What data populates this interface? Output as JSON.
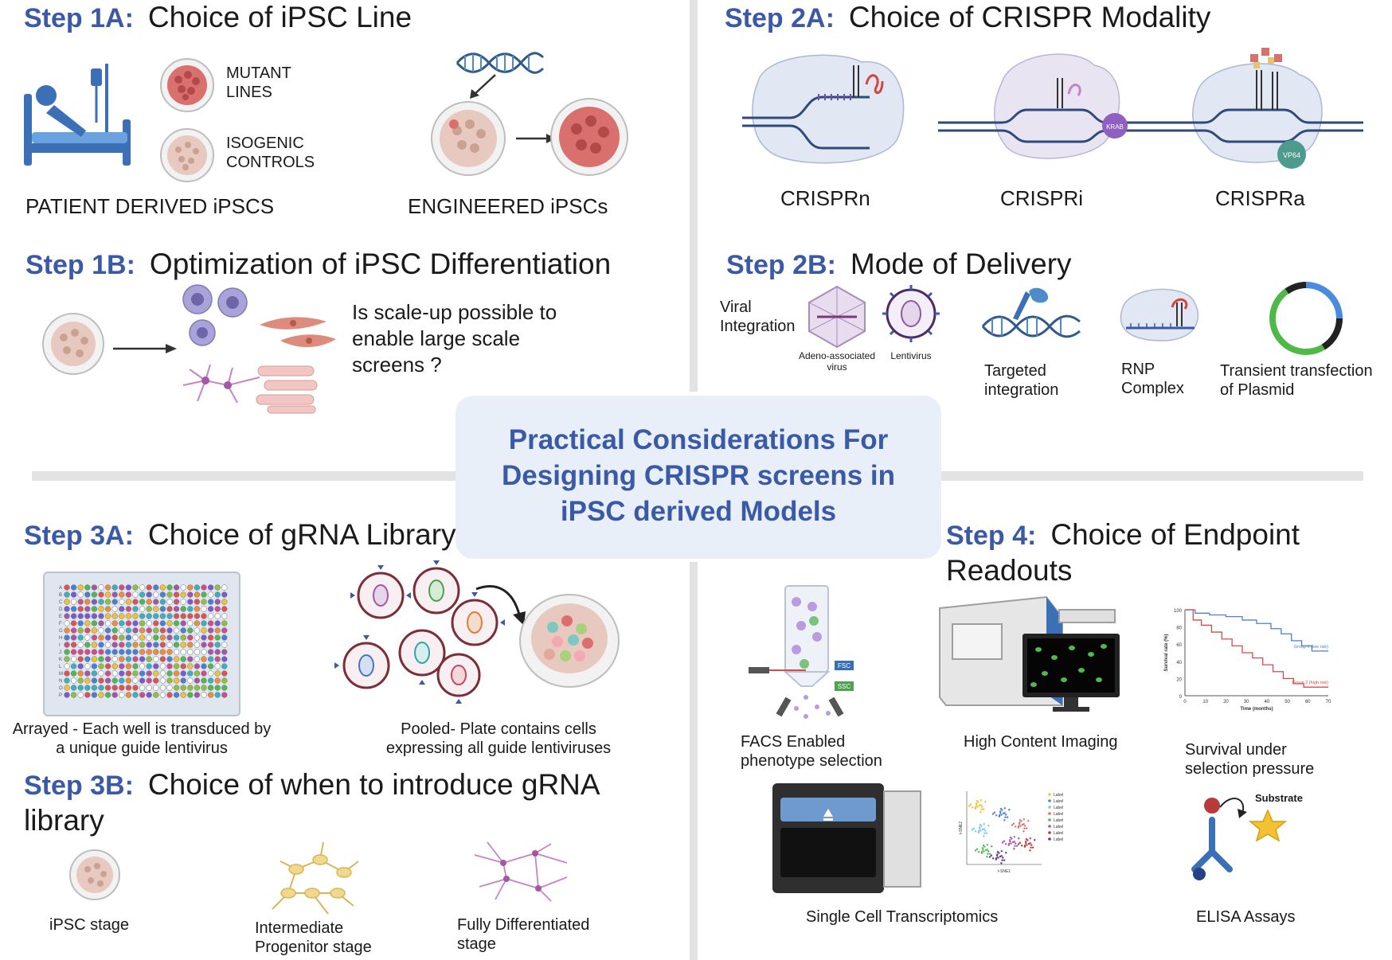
{
  "center": {
    "title": "Practical Considerations For\nDesigning CRISPR screens in\niPSC derived Models"
  },
  "step1a": {
    "tag": "Step 1A:",
    "title": "Choice of iPSC Line",
    "mutant": "MUTANT\nLINES",
    "isogenic": "ISOGENIC\nCONTROLS",
    "patient": "PATIENT DERIVED iPSCS",
    "engineered": "ENGINEERED iPSCs"
  },
  "step1b": {
    "tag": "Step 1B:",
    "title": "Optimization of iPSC Differentiation",
    "question": "Is scale-up possible to\nenable large scale\nscreens ?"
  },
  "step2a": {
    "tag": "Step 2A:",
    "title": "Choice of CRISPR Modality",
    "crisprn": "CRISPRn",
    "crispri": "CRISPRi",
    "crispra": "CRISPRa",
    "krab": "KRAB",
    "vp64": "VP64"
  },
  "step2b": {
    "tag": "Step 2B:",
    "title": "Mode of Delivery",
    "viral": "Viral\nIntegration",
    "aav": "Adeno-associated\nvirus",
    "lenti": "Lentivirus",
    "targeted": "Targeted\nintegration",
    "rnp": "RNP\nComplex",
    "transient": "Transient transfection\nof Plasmid"
  },
  "step3a": {
    "tag": "Step 3A:",
    "title": "Choice of gRNA Library",
    "arrayed": "Arrayed - Each well is transduced by\na unique guide lentivirus",
    "pooled": "Pooled- Plate contains cells\nexpressing all guide lentiviruses",
    "plate_rows": [
      "A",
      "B",
      "C",
      "D",
      "E",
      "F",
      "G",
      "H",
      "I",
      "J",
      "K",
      "L",
      "M",
      "N",
      "O",
      "P"
    ]
  },
  "step3b": {
    "tag": "Step 3B:",
    "title": "Choice of when to introduce gRNA\nlibrary",
    "ipsc": "iPSC stage",
    "intermediate": "Intermediate\nProgenitor stage",
    "full": "Fully Differentiated\nstage"
  },
  "step4": {
    "tag": "Step 4:",
    "title": "Choice of Endpoint\nReadouts",
    "facs": "FACS Enabled\nphenotype selection",
    "fsc": "FSC",
    "ssc": "SSC",
    "hci": "High Content Imaging",
    "survival": "Survival under\nselection pressure",
    "sc": "Single Cell Transcriptomics",
    "elisa": "ELISA Assays",
    "substrate": "Substrate",
    "tsne_x": "t-SNE1",
    "tsne_y": "t-SNE2",
    "tsne_label": "Label"
  },
  "chart_data": {
    "type": "line",
    "title": "",
    "xlabel": "Time (months)",
    "ylabel": "Survival rate (%)",
    "xlim": [
      0,
      70
    ],
    "ylim": [
      0,
      100
    ],
    "xticks": [
      0,
      10,
      20,
      30,
      40,
      50,
      60,
      70
    ],
    "yticks": [
      0,
      20,
      40,
      60,
      80,
      100
    ],
    "series": [
      {
        "name": "Group 1 (low risk)",
        "color": "#4a7fd4",
        "x": [
          0,
          5,
          12,
          20,
          28,
          35,
          42,
          47,
          52,
          57,
          62,
          70
        ],
        "y": [
          100,
          96,
          94,
          92,
          88,
          84,
          78,
          72,
          64,
          58,
          52,
          52
        ]
      },
      {
        "name": "Group 2 (high risk)",
        "color": "#d64a4a",
        "x": [
          0,
          4,
          8,
          13,
          18,
          23,
          28,
          33,
          38,
          43,
          48,
          53,
          58,
          70
        ],
        "y": [
          100,
          88,
          82,
          74,
          66,
          58,
          50,
          44,
          36,
          28,
          20,
          14,
          10,
          10
        ]
      }
    ]
  },
  "colors": {
    "accent": "#3a5aa8",
    "cell": "#e8c9bf",
    "mutant": "#d9706e",
    "neuron": "#c684c6",
    "progenitor": "#e3c672"
  }
}
